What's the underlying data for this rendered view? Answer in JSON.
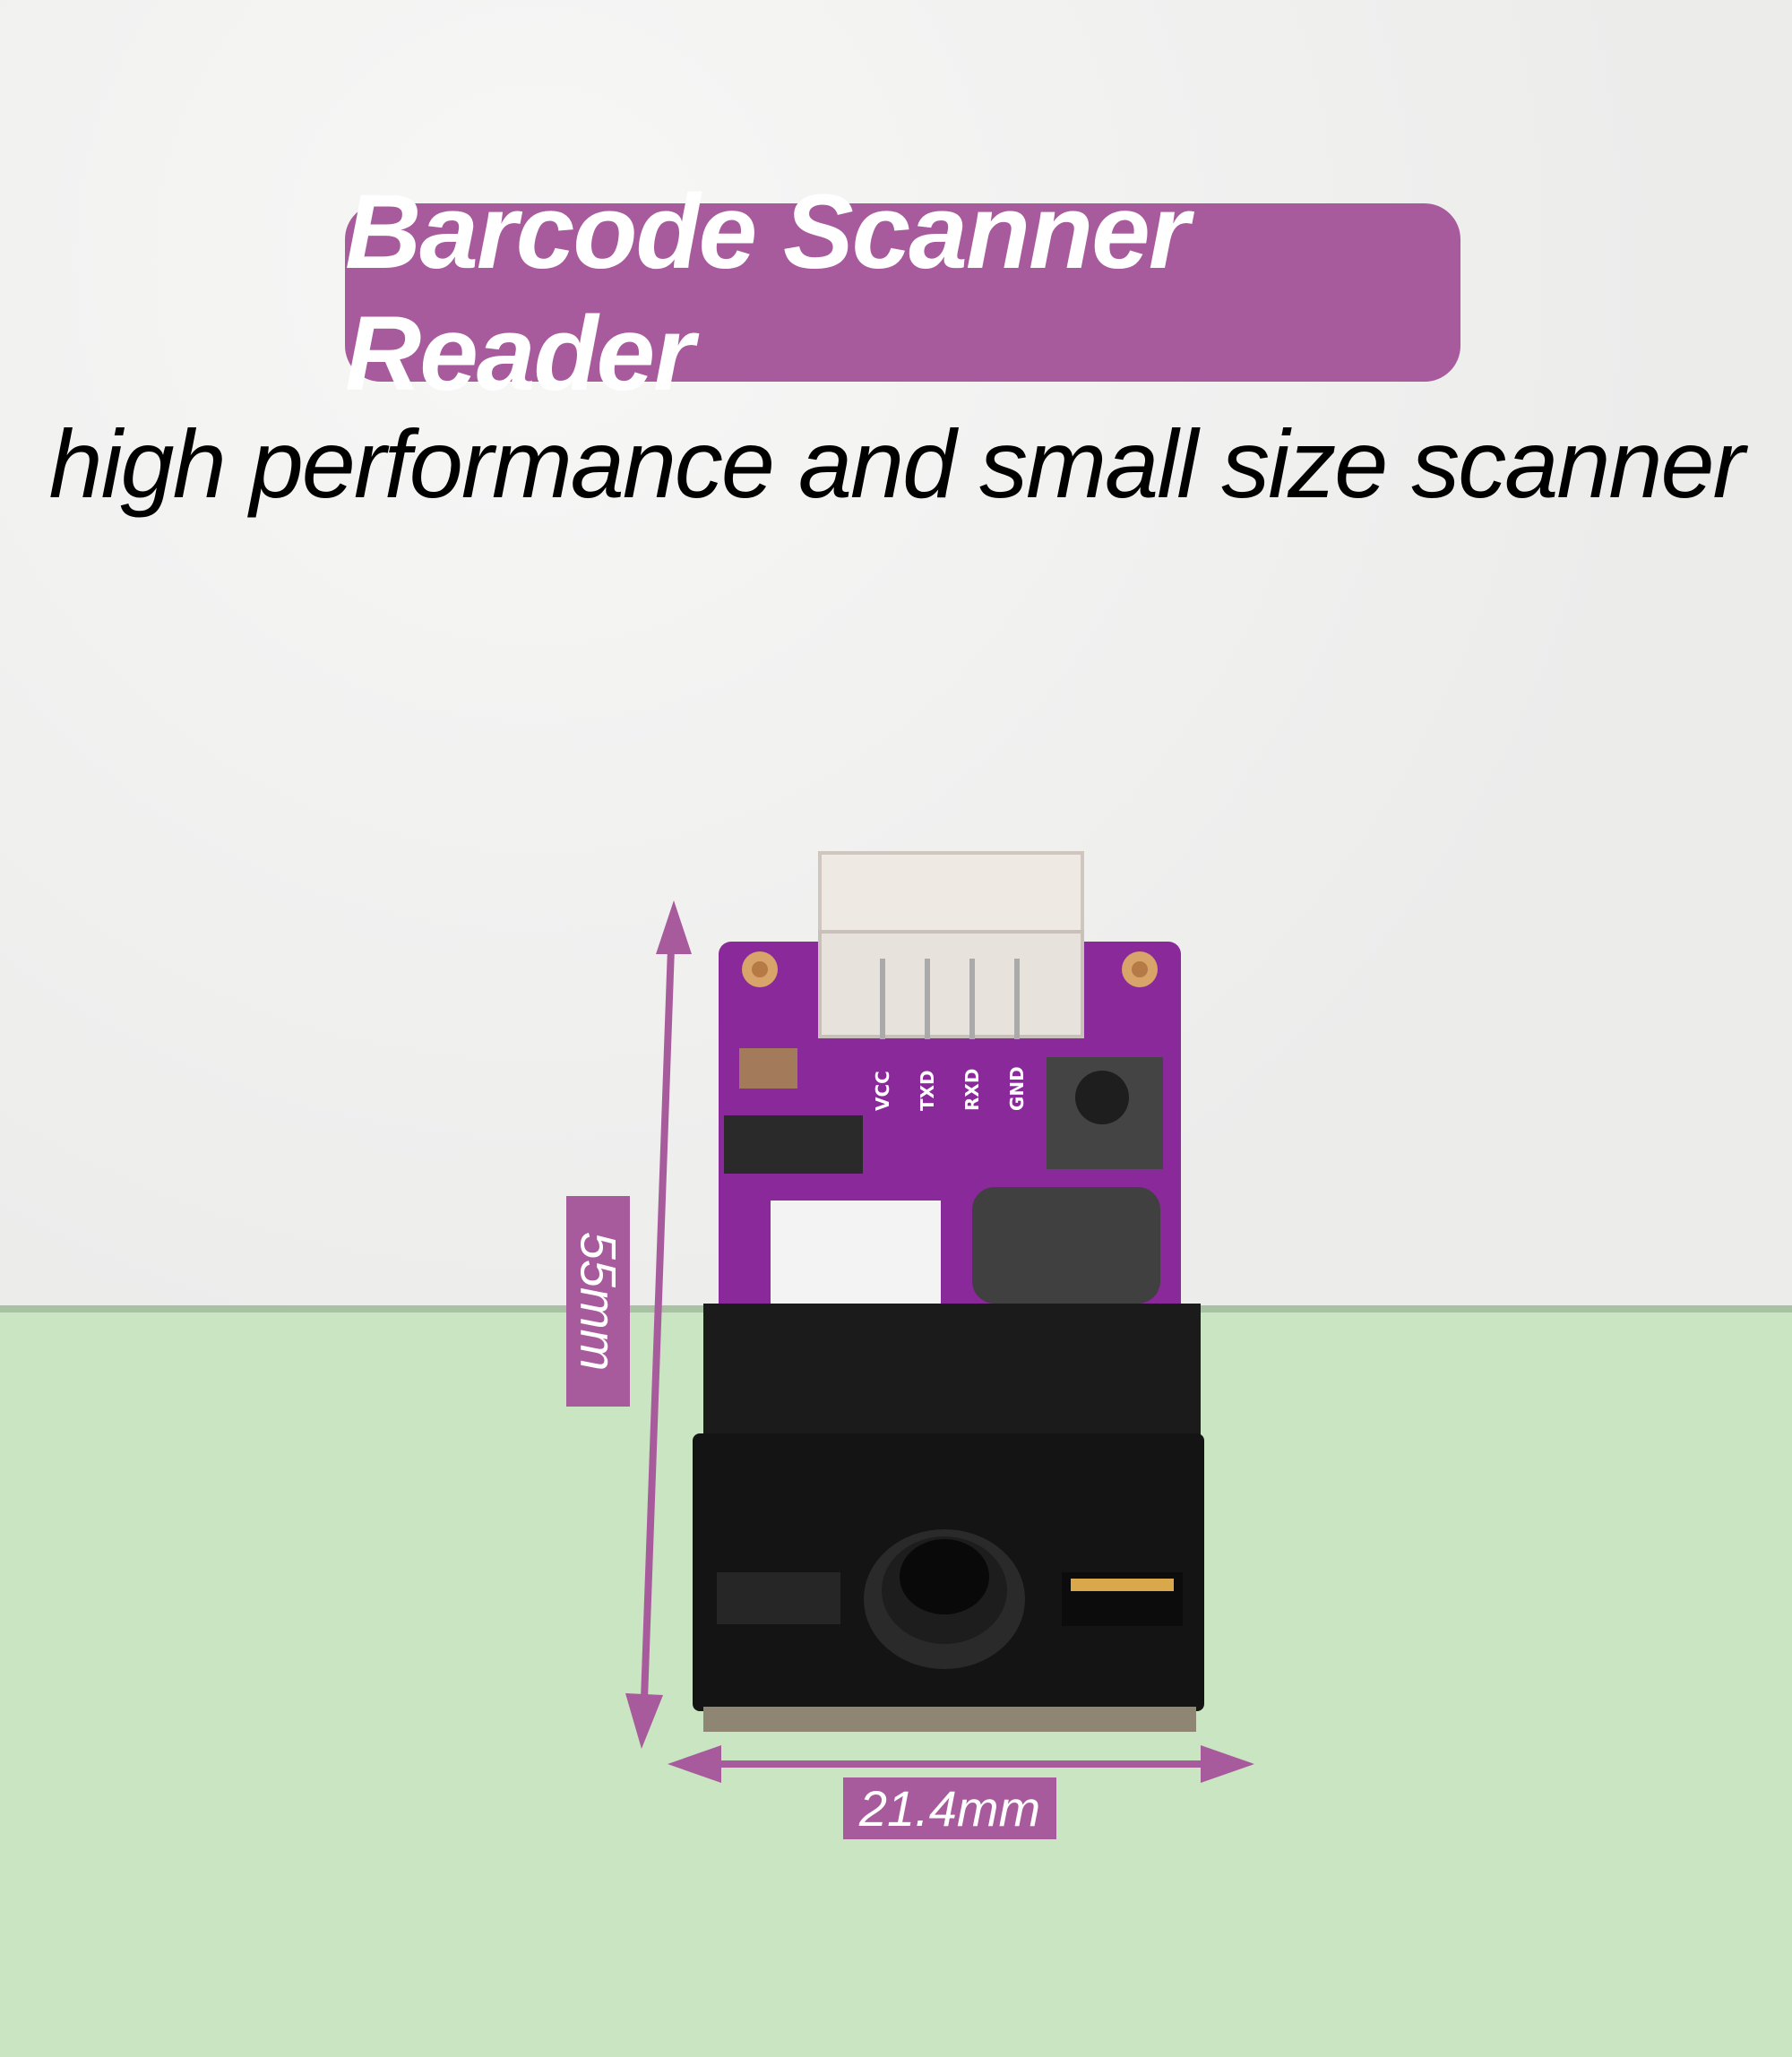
{
  "title": "Barcode Scanner Reader",
  "subtitle": "high performance and small size scanner",
  "dimensions": {
    "height": "55mm",
    "width": "21.4mm"
  },
  "pcb_labels": [
    "VCC",
    "TXD",
    "RXD",
    "GND"
  ],
  "colors": {
    "accent": "#a85b9c",
    "floor": "#cae5c1",
    "pcb": "#8a2a9a"
  }
}
